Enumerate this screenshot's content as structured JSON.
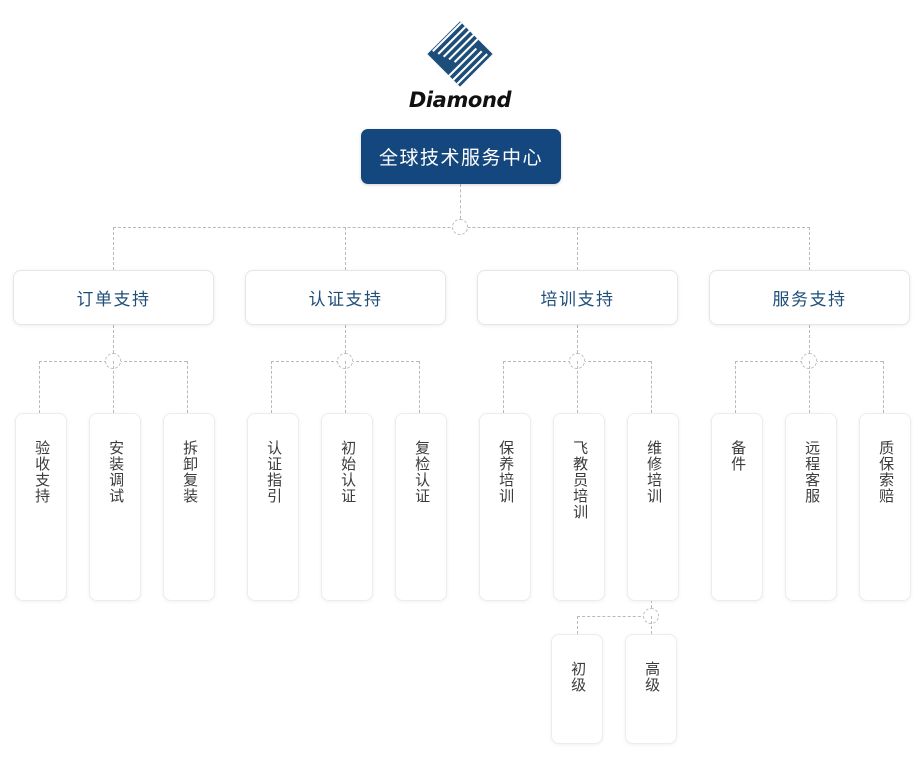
{
  "brand": {
    "wordmark": "Diamond",
    "logo_icon": "diamond-logo-icon",
    "logo_color": "#1d4e79"
  },
  "colors": {
    "root_fill": "#14477d",
    "root_text": "#ffffff",
    "level2_text": "#1f4e79",
    "leaf_text": "#3c3c3c",
    "box_border": "#e9e9e9",
    "connector": "#b9b9b9"
  },
  "chart_data": {
    "type": "tree",
    "title": "全球技术服务中心",
    "orientation": "top-down",
    "root": {
      "label": "全球技术服务中心",
      "children": [
        {
          "label": "订单支持",
          "children": [
            {
              "label": "验收支持"
            },
            {
              "label": "安装调试"
            },
            {
              "label": "拆卸复装"
            }
          ]
        },
        {
          "label": "认证支持",
          "children": [
            {
              "label": "认证指引"
            },
            {
              "label": "初始认证"
            },
            {
              "label": "复检认证"
            }
          ]
        },
        {
          "label": "培训支持",
          "children": [
            {
              "label": "保养培训"
            },
            {
              "label": "飞教员培训"
            },
            {
              "label": "维修培训",
              "children": [
                {
                  "label": "初级"
                },
                {
                  "label": "高级"
                }
              ]
            }
          ]
        },
        {
          "label": "服务支持",
          "children": [
            {
              "label": "备件"
            },
            {
              "label": "远程客服"
            },
            {
              "label": "质保索赔"
            }
          ]
        }
      ]
    }
  },
  "root": {
    "label": "全球技术服务中心"
  },
  "level2": [
    {
      "label": "订单支持"
    },
    {
      "label": "认证支持"
    },
    {
      "label": "培训支持"
    },
    {
      "label": "服务支持"
    }
  ],
  "level3": [
    {
      "label": "验收支持"
    },
    {
      "label": "安装调试"
    },
    {
      "label": "拆卸复装"
    },
    {
      "label": "认证指引"
    },
    {
      "label": "初始认证"
    },
    {
      "label": "复检认证"
    },
    {
      "label": "保养培训"
    },
    {
      "label": "飞教员培训"
    },
    {
      "label": "维修培训"
    },
    {
      "label": "备件"
    },
    {
      "label": "远程客服"
    },
    {
      "label": "质保索赔"
    }
  ],
  "level4": [
    {
      "label": "初级"
    },
    {
      "label": "高级"
    }
  ]
}
